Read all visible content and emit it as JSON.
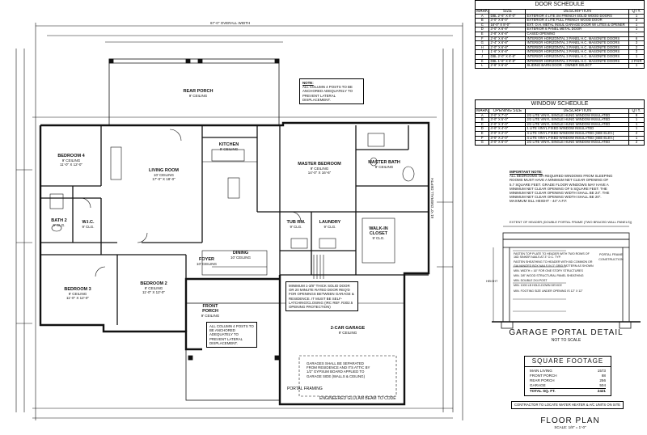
{
  "plan": {
    "overall_width": "67'-0\" OVERALL WIDTH",
    "overall_depth": "61'-0\" OVERALL DEPTH",
    "title": "FLOOR PLAN",
    "subtitle": "SCALE: 1/8\" = 1'-0\""
  },
  "rooms": [
    {
      "id": "rear-porch",
      "name": "REAR PORCH",
      "ceiling": "9' CEILING"
    },
    {
      "id": "bedroom-4",
      "name": "BEDROOM 4",
      "ceiling": "9' CEILING",
      "size": "11'-0\" X 12'-0\""
    },
    {
      "id": "living-room",
      "name": "LIVING ROOM",
      "ceiling": "10' CEILING",
      "size": "17'-0\" X 18'-0\""
    },
    {
      "id": "kitchen",
      "name": "KITCHEN",
      "ceiling": "9' CEILING"
    },
    {
      "id": "master-bedroom",
      "name": "MASTER BEDROOM",
      "ceiling": "9' CEILING",
      "size": "14'-0\" X 16'-6\""
    },
    {
      "id": "master-bath",
      "name": "MASTER BATH",
      "ceiling": "9' CEILING"
    },
    {
      "id": "bath-2",
      "name": "BATH 2",
      "ceiling": "9' CLG."
    },
    {
      "id": "wic",
      "name": "W.I.C.",
      "ceiling": "9' CLG."
    },
    {
      "id": "laundry",
      "name": "LAUNDRY",
      "ceiling": "9' CLG."
    },
    {
      "id": "walk-in-closet",
      "name": "WALK-IN CLOSET",
      "ceiling": "9' CLG."
    },
    {
      "id": "tub-rm",
      "name": "TUB RM.",
      "ceiling": "9' CLG."
    },
    {
      "id": "dining",
      "name": "DINING",
      "ceiling": "10' CEILING"
    },
    {
      "id": "foyer",
      "name": "FOYER",
      "ceiling": "10' CEILING"
    },
    {
      "id": "bedroom-3",
      "name": "BEDROOM 3",
      "ceiling": "9' CEILING",
      "size": "11'-0\" X 12'-0\""
    },
    {
      "id": "bedroom-2",
      "name": "BEDROOM 2",
      "ceiling": "9' CEILING",
      "size": "11'-0\" X 12'-0\""
    },
    {
      "id": "front-porch",
      "name": "FRONT PORCH",
      "ceiling": "9' CEILING"
    },
    {
      "id": "garage",
      "name": "2-CAR GARAGE",
      "ceiling": "9' CEILING"
    }
  ],
  "plan_notes": {
    "rear": {
      "heading": "NOTE:",
      "text": "ALL COLUMN 4 POSTS TO BE ANCHORED ADEQUATELY TO PREVENT LATERAL DISPLACEMENT."
    },
    "front": {
      "text": "ALL COLUMN 4 POSTS TO BE ANCHORED ADEQUATELY TO PREVENT LATERAL DISPLACEMENT."
    },
    "garage_wall": {
      "text": "MINIMUM 1-3/8\" THICK SOLID DOOR OR 20 MINUTE RATED DOOR REQ'D FOR OPENINGS BETWEEN GARAGE & RESIDENCE. IT MUST BE SELF-LATCHING/CLOSING (IRC REF. R302.5 OPENING PROTECTION)"
    },
    "garage_sep": {
      "text": "GARAGES SHALL BE SEPARATED FROM RESIDENCE AND ITS ATTIC BY 1/2\" GYPSUM BOARD APPLIED TO GARAGE SIDE (WALLS & CEILING)"
    },
    "portal": "PORTAL FRAMING",
    "beam": "ENGINEERED GLULAM BEAM TO CODE"
  },
  "door_schedule": {
    "title": "DOOR SCHEDULE",
    "headers": [
      "MARK",
      "SIZE",
      "DESCRIPTION",
      "QTY."
    ],
    "rows": [
      [
        "A",
        "DBL 2'-6\" X 8'-0\"",
        "EXTERIOR 4 LITE 3/4 FRENCH SOLID WOOD DOORS",
        "1"
      ],
      [
        "B",
        "3'-0\" X 8'-0\"",
        "EXTERIOR 4 LITE FULL FRENCH WOOD DOOR",
        "2"
      ],
      [
        "C",
        "16'-0\" X 8'-0\"",
        "EXT. O.H. METAL INSUL GARAGE DOOR W/ LITES & OPENER",
        "1"
      ],
      [
        "D",
        "3'-0\" X 6'-8\"",
        "EXTERIOR 6 PANEL METAL DOOR",
        "1"
      ],
      [
        "E",
        "2'-8\" X 6'-8\"",
        "CASED OPENING",
        "-"
      ],
      [
        "F",
        "2'-6\" X 6'-8\"",
        "INTERIOR HORIZONTAL 3 PANEL H.C. MASONITE DOORS",
        "6"
      ],
      [
        "G",
        "2'-4\" X 6'-8\"",
        "INTERIOR HORIZONTAL 3 PANEL H.C. MASONITE DOORS",
        "3"
      ],
      [
        "H",
        "2'-0\" X 6'-8\"",
        "INTERIOR HORIZONTAL 3 PANEL H.C. MASONITE DOORS",
        "2"
      ],
      [
        "I",
        "1'-6\" X 6'-8\"",
        "INTERIOR HORIZONTAL 3 PANEL H.C. MASONITE DOORS",
        "3"
      ],
      [
        "J",
        "DBL 2'-0\" X 6'-8\"",
        "INTERIOR HORIZONTAL 3 PANEL H.C. MASONITE DOORS",
        "1"
      ],
      [
        "K",
        "DBL 1'-6\" X 6'-8\"",
        "INTERIOR HORIZONTAL 3 PANEL H.C. MASONITE DOORS",
        "2 PAIR"
      ],
      [
        "L",
        "2'-8\" X 6'-8\"",
        "SLIDING BARN DOOR - OWNER SELECT",
        "1"
      ]
    ]
  },
  "window_schedule": {
    "title": "WINDOW SCHEDULE",
    "headers": [
      "MARK",
      "OPENING SIZE",
      "DESCRIPTION",
      "QTY."
    ],
    "rows": [
      [
        "A",
        "3'-0\" X 7'-0\"",
        "2/2 LITE VINYL SINGLE HUNG WINDOW INSULATED",
        "9"
      ],
      [
        "B",
        "3'-0\" X 5'-0\"",
        "2/2 LITE VINYL SINGLE HUNG WINDOW INSULATED",
        "1"
      ],
      [
        "C",
        "2'-0\" X 3'-0\"",
        "2/2 LITE VINYL SINGLE HUNG WINDOW INSULATED",
        "1"
      ],
      [
        "D",
        "4'-0\" X 4'-0\"",
        "1 LITE VINYL FIXED WINDOW INSULATED",
        "1"
      ],
      [
        "E",
        "3'-0\" X 2'-0\"",
        "4 LITE VINYL FIXED WINDOW INSULATED (SEE ELEV.)",
        "2"
      ],
      [
        "F",
        "3'-0\" X 2'-0\"",
        "4 LITE VINYL FIXED WINDOW INSULATED (SEE ELEV.)",
        "1"
      ],
      [
        "G",
        "3'-0\" X 6'-0\"",
        "2/2 LITE VINYL SINGLE HUNG WINDOW INSULATED",
        "2"
      ]
    ]
  },
  "important_note": {
    "heading": "IMPORTANT NOTE:",
    "text": "ALL BEDROOMS OR REQUIRED WINDOWS FROM SLEEPING ROOMS MUST HAVE A MINIMUM NET CLEAR OPENING OF 5.7 SQUARE FEET. GRADE FLOOR WINDOWS MAY HAVE A MINIMUM NET CLEAR OPENING OF 5 SQUARE FEET. THE MINIMUM NET CLEAR OPENING WIDTH SHALL BE 24\". THE MINIMUM NET CLEAR OPENING WIDTH SHALL BE 20\". MAXIMUM SILL HEIGHT - 44\" A.F.F."
  },
  "portal_detail": {
    "title": "GARAGE PORTAL DETAIL",
    "scale": "NOT TO SCALE",
    "header": "EXTENT OF HEADER (DOUBLE PORTAL FRAME (TWO BRACED WALL PANELS))",
    "notes": [
      "FASTEN TOP PLATE TO HEADER WITH TWO ROWS OF 16D SINKER NAILS AT 3\" O.C. TYP.",
      "FASTEN SHEATHING TO HEADER WITH 8D COMMON OR GALVANIZED BOX NAILS IN 3\" GRID PATTERN AS SHOWN",
      "MIN. WIDTH = 16\" FOR ONE STORY STRUCTURES",
      "MIN. 3/8\" WOOD STRUCTURAL PANEL SHEATHING",
      "MIN. DOUBLE 2X4 POST",
      "MIN. 1000 LB HOLD-DOWN DEVICE",
      "MIN. FOOTING SIZE UNDER OPENING IS 12\" X 12\""
    ],
    "portal_label": "PORTAL FRAME CONSTRUCTION",
    "height_label": "HEIGHT"
  },
  "square_footage": {
    "title": "SQUARE FOOTAGE",
    "rows": [
      {
        "label": "MAIN LIVING",
        "value": "1573"
      },
      {
        "label": "FRONT PORCH",
        "value": "88"
      },
      {
        "label": "REAR PORCH",
        "value": "256"
      },
      {
        "label": "GARAGE",
        "value": "504"
      },
      {
        "label": "TOTAL SQ. FT.",
        "value": "2421"
      }
    ]
  },
  "contractor_note": "CONTRACTOR TO LOCATE WATER HEATER & A/C UNITS ON SITE",
  "colors": {
    "ink": "#111111",
    "paper": "#ffffff",
    "wall": "#1a1a1a"
  }
}
